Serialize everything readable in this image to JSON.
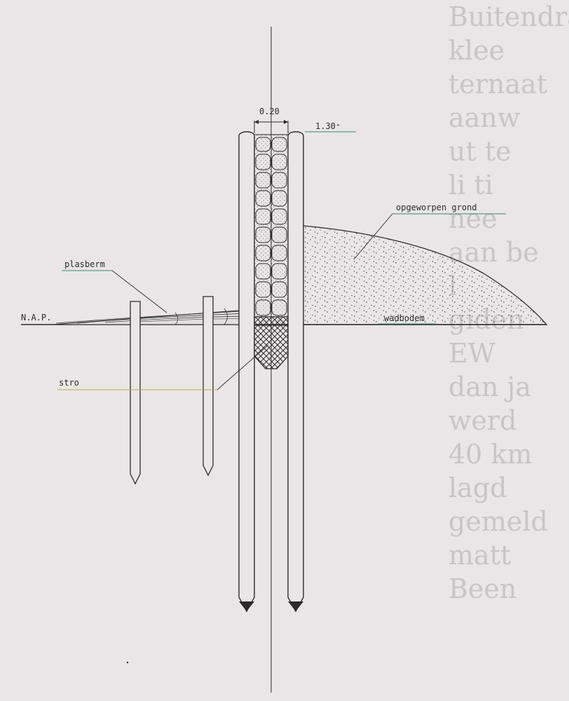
{
  "labels": {
    "width": "0.20",
    "crest": "1.30⁺",
    "opgeworpen_grond": "opgeworpen grond",
    "plasberm": "plasberm",
    "nap": "N.A.P.",
    "wadbodem": "wadbodem",
    "stro": "stro"
  },
  "colors": {
    "ink": "#2b2b2b",
    "paper": "#eae6e8",
    "leader": "#2f8f66",
    "leader_yellow": "#b9b23a"
  }
}
